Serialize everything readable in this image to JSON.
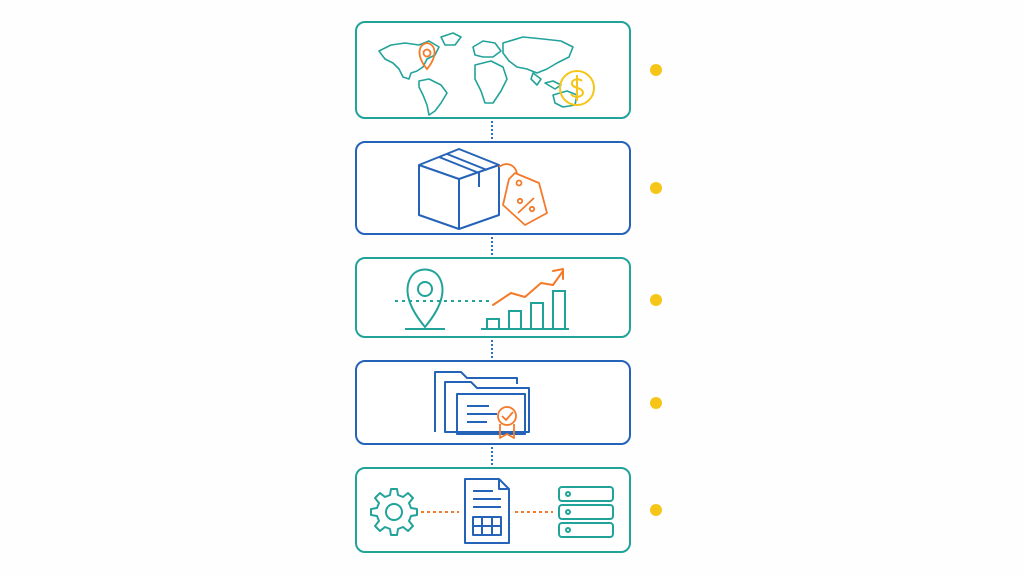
{
  "colors": {
    "teal": "#22a39a",
    "blue": "#2563b8",
    "orange": "#f47a2a",
    "yellow": "#f5c518"
  },
  "steps": [
    {
      "icon": "world-map-icon",
      "accent_icons": [
        "location-pin-icon",
        "dollar-coin-icon"
      ],
      "border": "teal"
    },
    {
      "icon": "package-box-icon",
      "accent_icons": [
        "discount-tag-icon"
      ],
      "border": "blue"
    },
    {
      "icon": "location-pin-icon",
      "accent_icons": [
        "growth-chart-icon"
      ],
      "border": "teal"
    },
    {
      "icon": "folder-icon",
      "accent_icons": [
        "certificate-document-icon"
      ],
      "border": "blue"
    },
    {
      "icon": "gear-icon",
      "accent_icons": [
        "spreadsheet-document-icon",
        "server-icon"
      ],
      "border": "teal"
    }
  ]
}
